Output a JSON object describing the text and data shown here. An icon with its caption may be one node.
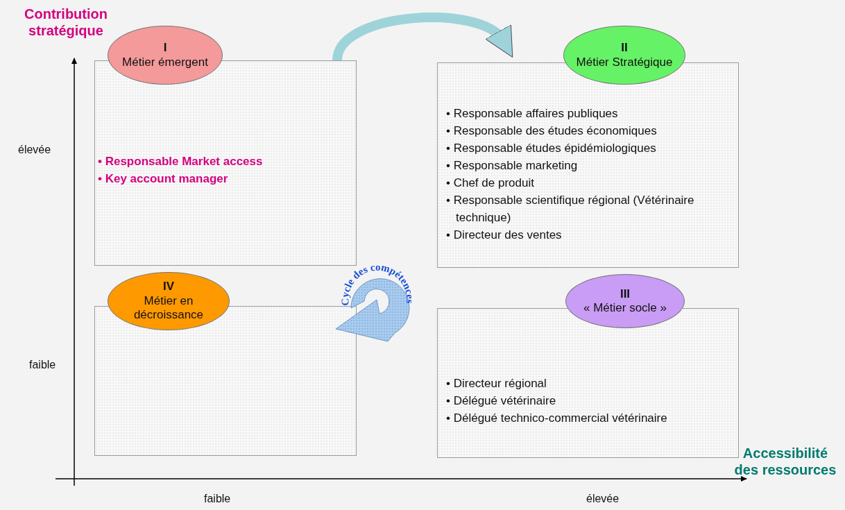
{
  "diagram": {
    "nodes": [
      {
        "text": [
          "I",
          "Métier émergent"
        ]
      },
      {
        "text": [
          "• Responsable Market access",
          "• Key account manager"
        ]
      },
      {
        "text": [
          "II",
          "Métier Stratégique"
        ]
      },
      {
        "text": [
          "• Responsable affaires publiques",
          "• Responsable des études économiques",
          "• Responsable études épidémiologiques",
          "• Responsable marketing",
          "• Chef de produit",
          "• Responsable scientifique régional (Vétérinaire technique)",
          "• Directeur des ventes"
        ]
      },
      {
        "text": [
          "Cycle des compétences"
        ]
      },
      {
        "text": [
          "IV",
          "Métier en décroissance"
        ]
      },
      {
        "text": [],
        "shape": "box"
      },
      {
        "text": [
          "III",
          "« Métier socle »"
        ]
      },
      {
        "text": [
          "• Directeur régional",
          "• Délégué vétérinaire",
          "• Délégué technico-commercial vétérinaire"
        ]
      }
    ],
    "edges": [
      {
        "from": 1,
        "to": 3,
        "arrow": "to"
      }
    ],
    "labels": [
      "Contribution stratégique",
      "élevée",
      "faible",
      "faible",
      "élevée",
      "Accessibilité des ressources"
    ]
  }
}
